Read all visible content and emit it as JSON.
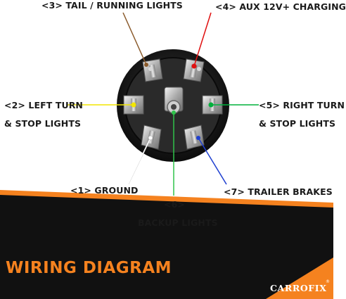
{
  "labels": {
    "pin3": "<3> TAIL / RUNNING LIGHTS",
    "pin4": "<4> AUX 12V+ CHARGING",
    "pin2_line1": "<2> LEFT TURN",
    "pin2_line2": "& STOP LIGHTS",
    "pin5_line1": "<5> RIGHT TURN",
    "pin5_line2": "& STOP LIGHTS",
    "pin1": "<1> GROUND",
    "pin7": "<7> TRAILER BRAKES",
    "pin6_line1": "<6>",
    "pin6_line2": "BACKUP LIGHTS"
  },
  "banner": {
    "title": "WIRING DIAGRAM",
    "brand": "CARROFIX",
    "reg_mark": "®"
  },
  "colors": {
    "pin1": "#ffffff",
    "pin2": "#f2e600",
    "pin3": "#8a5a2b",
    "pin4": "#e01010",
    "pin5": "#00b03c",
    "pin6": "#2fc24a",
    "pin7": "#1e3fd0",
    "banner_orange": "#f5821f",
    "banner_black": "#111111"
  }
}
